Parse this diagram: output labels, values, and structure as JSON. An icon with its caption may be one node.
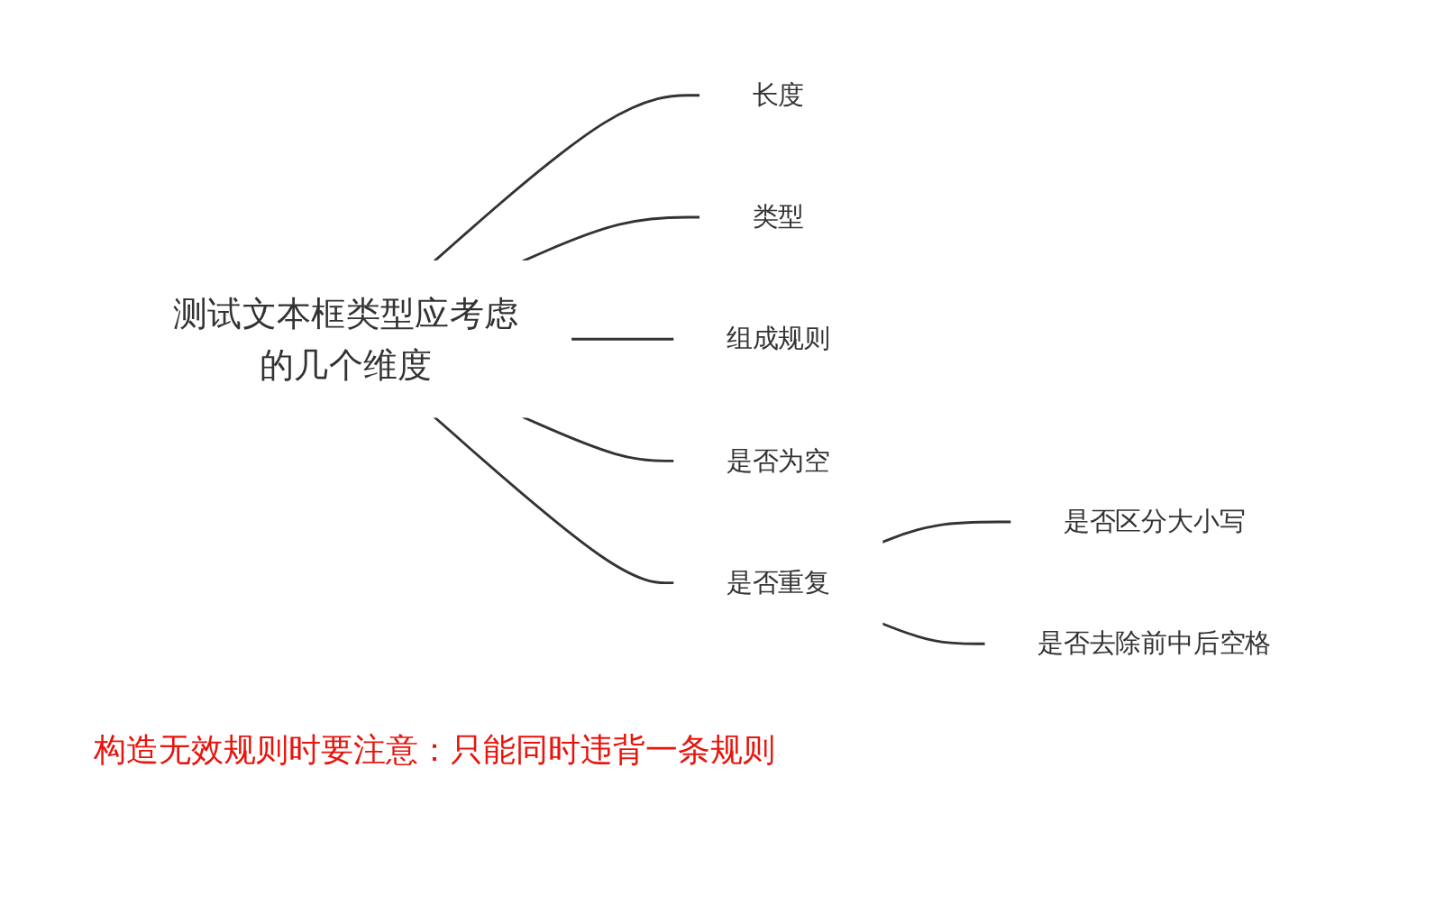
{
  "diagram": {
    "nodes": [
      {
        "text": [
          "测试文本框类型应考虑的几个维度"
        ]
      },
      {
        "text": [
          "长度"
        ]
      },
      {
        "text": [
          "类型"
        ]
      },
      {
        "text": [
          "组成规则"
        ]
      },
      {
        "text": [
          "是否为空"
        ]
      },
      {
        "text": [
          "是否重复"
        ]
      },
      {
        "text": [
          "是否区分大小写"
        ]
      },
      {
        "text": [
          "是否去除前中后空格"
        ]
      }
    ],
    "edges": [
      {
        "from": 0,
        "to": 1,
        "arrow": "none"
      },
      {
        "from": 0,
        "to": 2,
        "arrow": "none"
      },
      {
        "from": 0,
        "to": 3,
        "arrow": "none"
      },
      {
        "from": 0,
        "to": 4,
        "arrow": "none"
      },
      {
        "from": 0,
        "to": 5,
        "arrow": "none"
      },
      {
        "from": 5,
        "to": 6,
        "arrow": "none"
      },
      {
        "from": 5,
        "to": 7,
        "arrow": "none"
      }
    ],
    "labels": [
      "构造无效规则时要注意：只能同时违背一条规则"
    ]
  }
}
